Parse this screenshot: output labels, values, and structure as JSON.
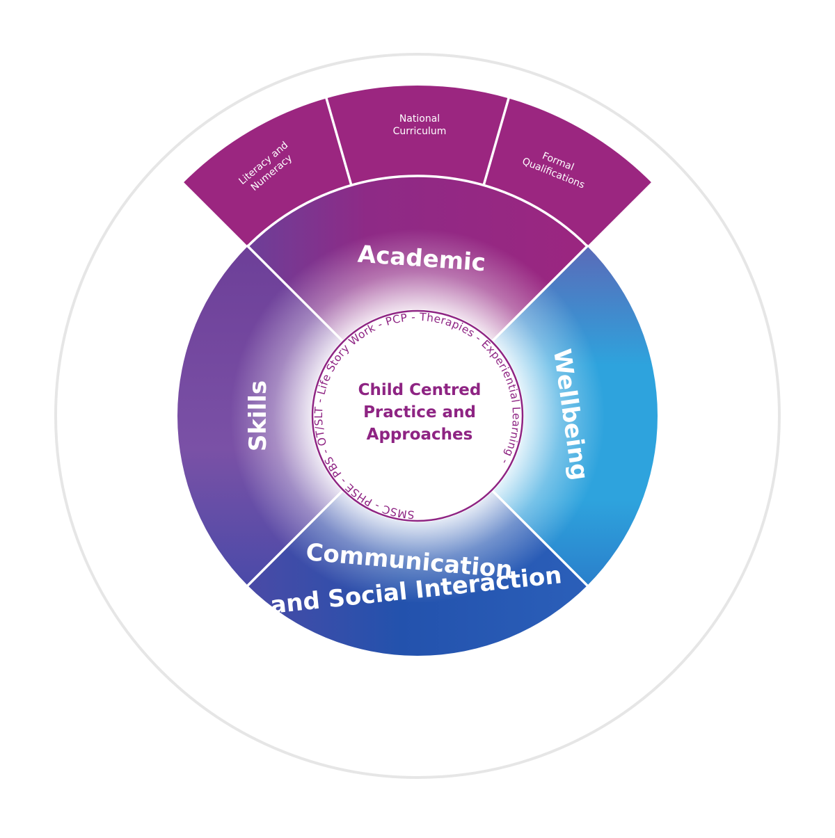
{
  "colors": {
    "academic": "#9b2680",
    "skills": "#7c4fa4",
    "wellbeing": "#2ea3dd",
    "communication": "#2352ad",
    "outer_ring": "#e6e6e6",
    "center_text": "#8e2483"
  },
  "center": {
    "title_line1": "Child Centred",
    "title_line2": "Practice and",
    "title_line3": "Approaches",
    "ring_text": "SMSC - PHSE - PBS - OT/SLT - Life Story Work - PCP - Therapies - Experiential Learning -"
  },
  "segments": {
    "academic": "Academic",
    "wellbeing": "Wellbeing",
    "communication_line1": "Communication",
    "communication_line2": "and Social Interaction",
    "skills": "Skills"
  },
  "academic_subsections": [
    {
      "line1": "Literacy and",
      "line2": "Numeracy"
    },
    {
      "line1": "National",
      "line2": "Curriculum"
    },
    {
      "line1": "Formal",
      "line2": "Qualifications"
    }
  ]
}
